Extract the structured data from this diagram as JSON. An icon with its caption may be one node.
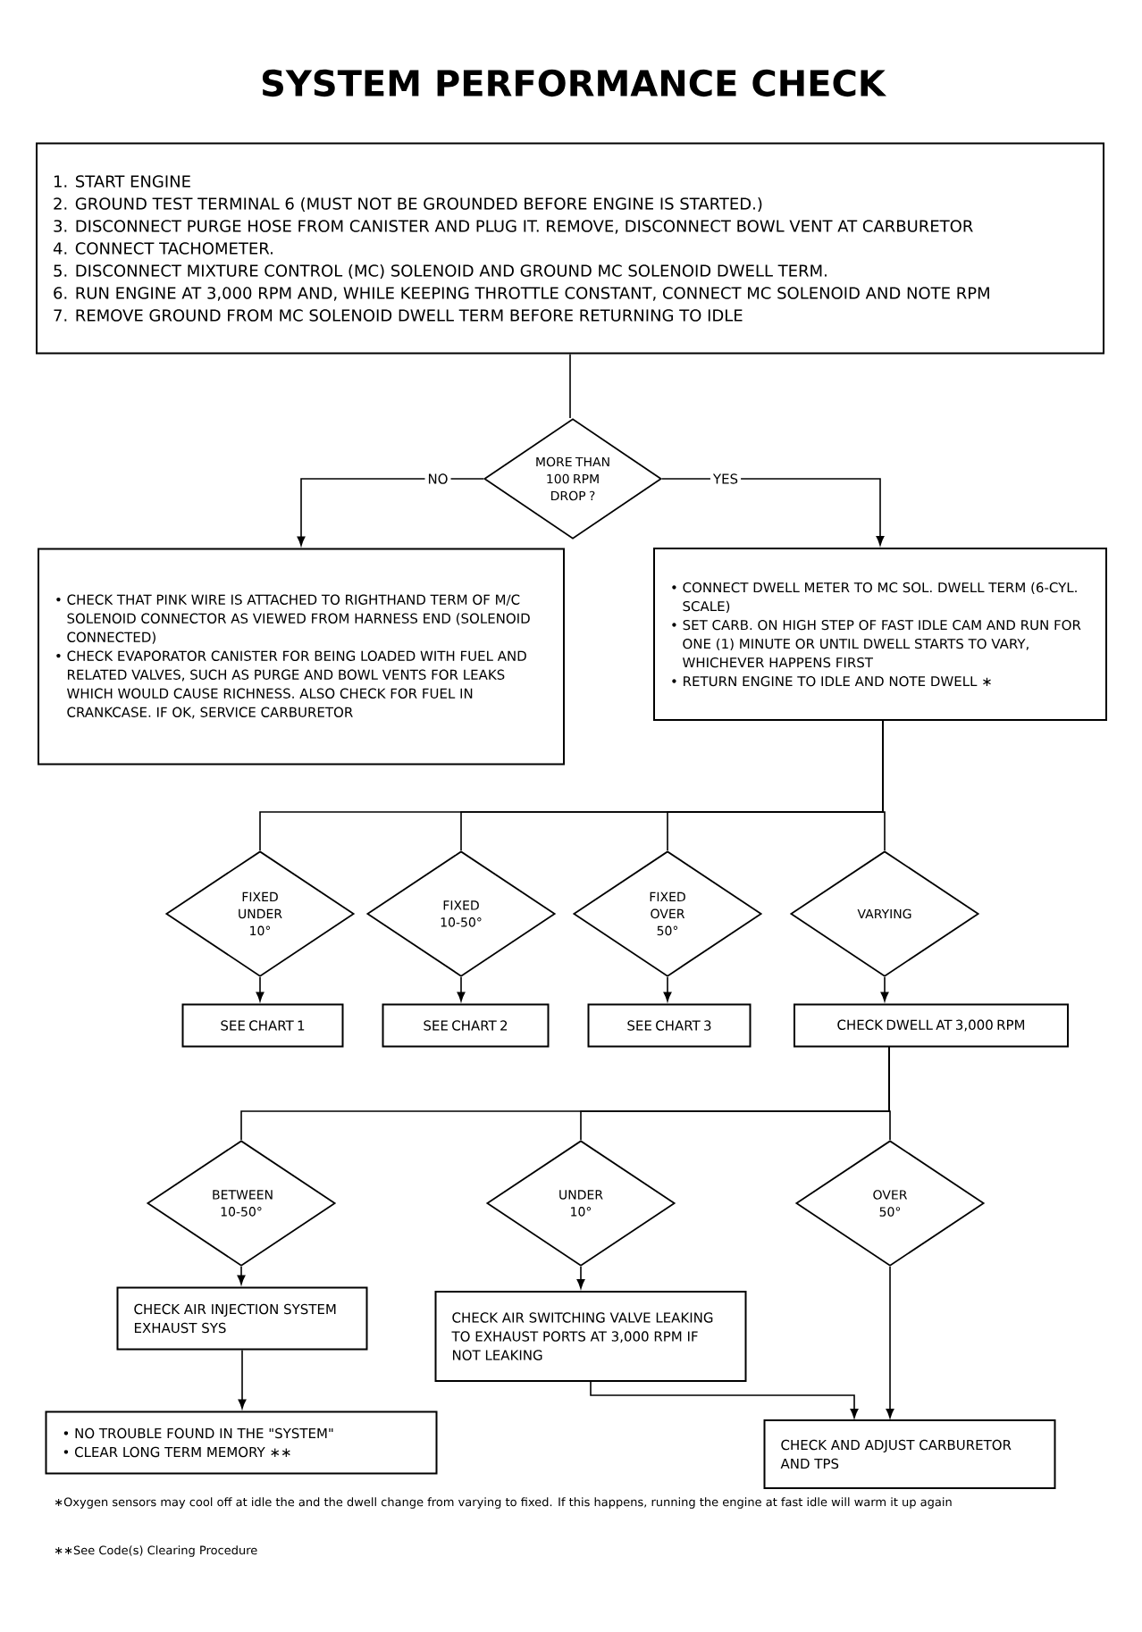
{
  "diagram": {
    "title": "SYSTEM PERFORMANCE CHECK",
    "nodes": [
      {
        "text": [
          "1. START ENGINE",
          "2. GROUND TEST TERMINAL 6 (MUST NOT BE GROUNDED BEFORE ENGINE IS STARTED.)",
          "3. DISCONNECT PURGE HOSE FROM CANISTER AND PLUG IT. REMOVE, DISCONNECT BOWL VENT AT CARBURETOR",
          "4. CONNECT TACHOMETER.",
          "5. DISCONNECT MIXTURE CONTROL (MC) SOLENOID AND GROUND MC SOLENOID DWELL TERM.",
          "6. RUN ENGINE AT 3,000 RPM AND, WHILE KEEPING THROTTLE CONSTANT, CONNECT MC SOLENOID AND NOTE RPM",
          "7. REMOVE GROUND FROM MC SOLENOID DWELL TERM BEFORE RETURNING TO IDLE"
        ]
      },
      {
        "text": [
          "MORE THAN 100 RPM DROP ?"
        ]
      },
      {
        "text": [
          "• CHECK THAT PINK WIRE IS ATTACHED TO RIGHTHAND TERM OF M/C SOLENOID CONNECTOR AS VIEWED FROM HARNESS END (SOLENOID CONNECTED)",
          "• CHECK EVAPORATOR CANISTER FOR BEING LOADED WITH FUEL AND RELATED VALVES, SUCH AS PURGE AND BOWL VENTS FOR LEAKS WHICH WOULD CAUSE RICHNESS. ALSO CHECK FOR FUEL IN CRANKCASE. IF OK, SERVICE CARBURETOR"
        ]
      },
      {
        "text": [
          "• CONNECT DWELL METER TO MC SOL. DWELL TERM (6-CYL. SCALE)",
          "• SET CARB. ON HIGH STEP OF FAST IDLE CAM AND RUN FOR ONE (1) MINUTE OR UNTIL DWELL STARTS TO VARY, WHICHEVER HAPPENS FIRST",
          "• RETURN ENGINE TO IDLE AND NOTE DWELL ∗"
        ]
      },
      {
        "text": [
          "FIXED UNDER 10°"
        ]
      },
      {
        "text": [
          "FIXED 10-50°"
        ]
      },
      {
        "text": [
          "FIXED OVER 50°"
        ]
      },
      {
        "text": [
          "VARYING"
        ]
      },
      {
        "text": [
          "SEE CHART 1"
        ]
      },
      {
        "text": [
          "SEE CHART 2"
        ]
      },
      {
        "text": [
          "SEE CHART 3"
        ]
      },
      {
        "text": [
          "CHECK DWELL AT 3,000 RPM"
        ]
      },
      {
        "text": [
          "BETWEEN 10-50°"
        ]
      },
      {
        "text": [
          "UNDER 10°"
        ]
      },
      {
        "text": [
          "OVER 50°"
        ]
      },
      {
        "text": [
          "CHECK AIR INJECTION SYSTEM EXHAUST SYS"
        ]
      },
      {
        "text": [
          "CHECK AIR SWITCHING VALVE LEAKING TO EXHAUST PORTS AT 3,000 RPM IF NOT LEAKING"
        ]
      },
      {
        "text": [
          "• NO TROUBLE FOUND IN THE \"SYSTEM\"",
          "• CLEAR LONG TERM MEMORY ∗∗"
        ]
      },
      {
        "text": [
          "CHECK AND ADJUST CARBURETOR AND TPS"
        ]
      }
    ],
    "edges": [
      {
        "from": 0,
        "to": 1,
        "arrow": "none"
      },
      {
        "from": 1,
        "to": 2,
        "arrow": "to",
        "label": "NO"
      },
      {
        "from": 1,
        "to": 3,
        "arrow": "to",
        "label": "YES"
      },
      {
        "from": 3,
        "to": 4,
        "arrow": "none"
      },
      {
        "from": 3,
        "to": 5,
        "arrow": "none"
      },
      {
        "from": 3,
        "to": 6,
        "arrow": "none"
      },
      {
        "from": 3,
        "to": 7,
        "arrow": "none"
      },
      {
        "from": 4,
        "to": 8,
        "arrow": "to"
      },
      {
        "from": 5,
        "to": 9,
        "arrow": "to"
      },
      {
        "from": 6,
        "to": 10,
        "arrow": "to"
      },
      {
        "from": 7,
        "to": 11,
        "arrow": "to"
      },
      {
        "from": 11,
        "to": 12,
        "arrow": "none"
      },
      {
        "from": 11,
        "to": 13,
        "arrow": "none"
      },
      {
        "from": 11,
        "to": 14,
        "arrow": "none"
      },
      {
        "from": 12,
        "to": 15,
        "arrow": "to"
      },
      {
        "from": 13,
        "to": 16,
        "arrow": "to"
      },
      {
        "from": 15,
        "to": 17,
        "arrow": "to"
      },
      {
        "from": 14,
        "to": 18,
        "arrow": "to"
      },
      {
        "from": 16,
        "to": 18,
        "arrow": "to"
      }
    ],
    "labels": [
      "∗Oxygen sensors may cool off at idle the and the dwell change from varying to fixed. If this happens, running the engine at fast idle will warm it up again",
      "∗∗See Code(s) Clearing Procedure"
    ]
  }
}
